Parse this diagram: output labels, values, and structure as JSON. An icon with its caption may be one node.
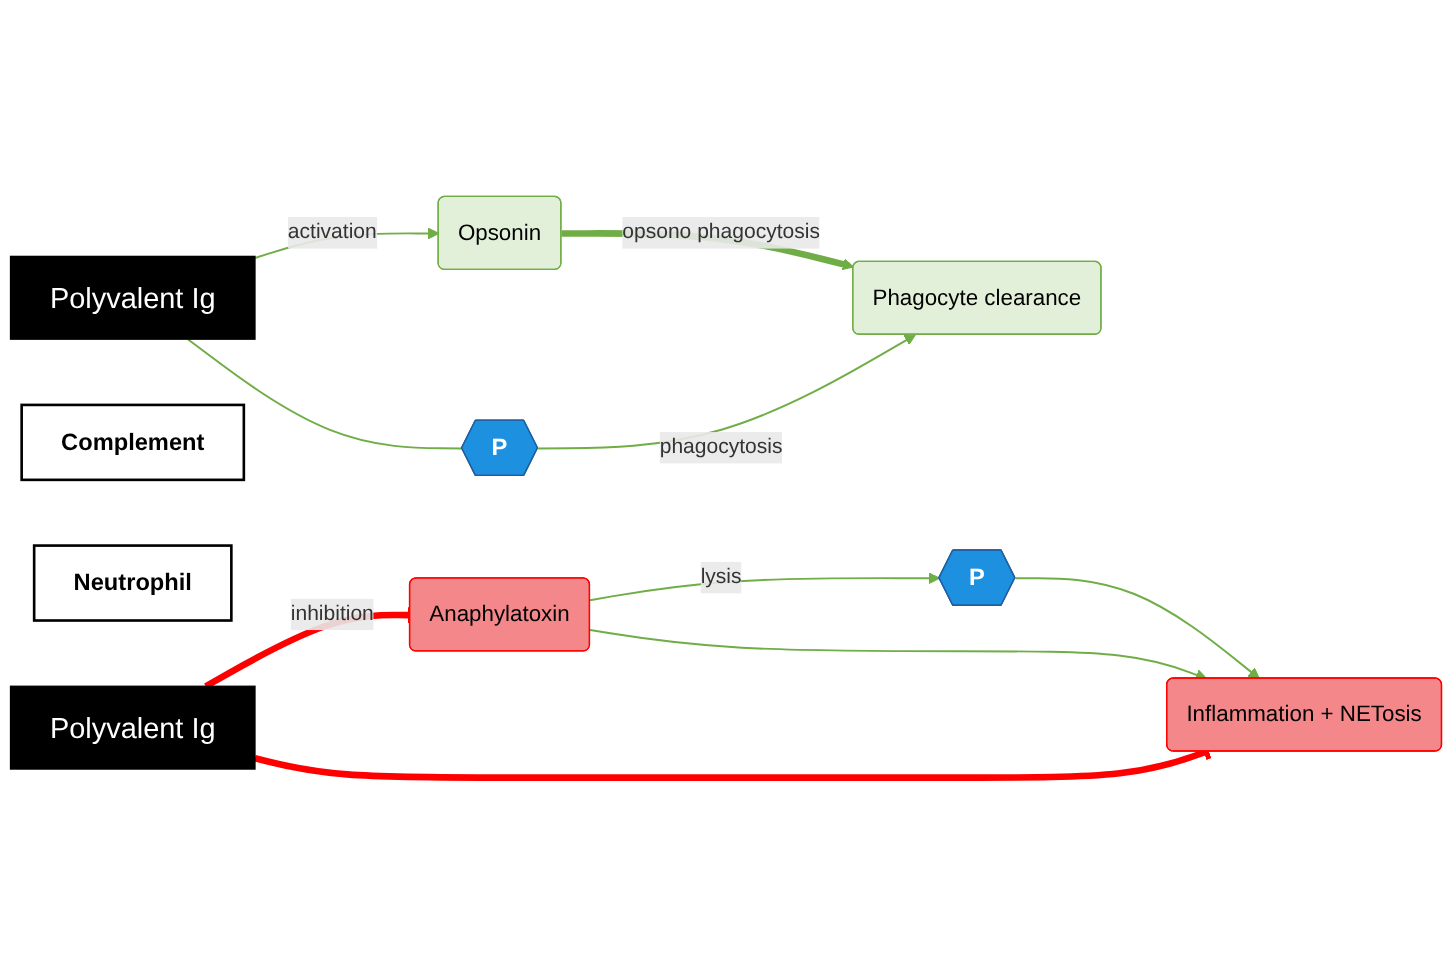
{
  "diagram": {
    "nodes": [
      {
        "text": [
          "Polyvalent Ig"
        ]
      },
      {
        "text": [
          "Complement"
        ]
      },
      {
        "text": [
          "Opsonin"
        ]
      },
      {
        "text": [
          "Anaphylatoxin"
        ]
      },
      {
        "text": [
          "P"
        ]
      },
      {
        "text": [
          "P"
        ]
      },
      {
        "text": [
          "Neutrophil"
        ]
      },
      {
        "text": [
          "Phagocyte clearance"
        ]
      },
      {
        "text": [
          "Inflammation + NETosis"
        ]
      },
      {
        "text": [
          "Polyvalent Ig"
        ]
      }
    ],
    "edges": [
      {
        "from": 0,
        "to": 2,
        "arrow": "to",
        "label": "activation"
      },
      {
        "from": 0,
        "to": 4,
        "arrow": "none"
      },
      {
        "from": 4,
        "to": 7,
        "arrow": "to",
        "label": "phagocytosis"
      },
      {
        "from": 2,
        "to": 7,
        "arrow": "to",
        "label": "opsono phagocytosis",
        "style": "thick"
      },
      {
        "from": 3,
        "to": 5,
        "arrow": "to",
        "label": "lysis"
      },
      {
        "from": 5,
        "to": 8,
        "arrow": "to"
      },
      {
        "from": 3,
        "to": 8,
        "arrow": "to"
      },
      {
        "from": 9,
        "to": 3,
        "arrow": "other",
        "label": "inhibition",
        "color": "#ff0000",
        "style": "thick"
      },
      {
        "from": 9,
        "to": 8,
        "arrow": "other",
        "color": "#ff0000",
        "style": "thick"
      }
    ]
  }
}
